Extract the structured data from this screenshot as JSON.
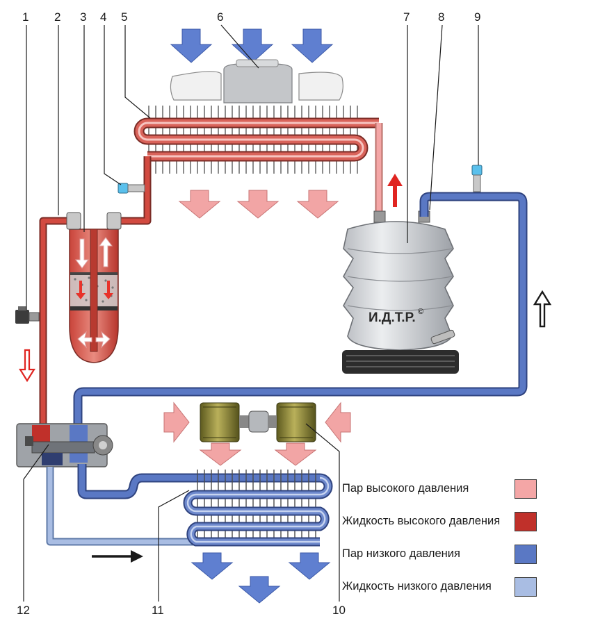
{
  "callouts": [
    "1",
    "2",
    "3",
    "4",
    "5",
    "6",
    "7",
    "8",
    "9",
    "10",
    "11",
    "12"
  ],
  "compressor_mark": "И.Д.Т.Р.",
  "compressor_copyright": "©",
  "legend": [
    {
      "label": "Пар высокого давления",
      "color": "#f4a6a6"
    },
    {
      "label": "Жидкость высокого давления",
      "color": "#c0302a"
    },
    {
      "label": "Пар низкого давления",
      "color": "#5a78c4"
    },
    {
      "label": "Жидкость низкого давления",
      "color": "#a9bde3"
    }
  ],
  "colors": {
    "high_pressure_vapor": "#f4a6a6",
    "high_pressure_liquid": "#c0302a",
    "low_pressure_vapor": "#5a78c4",
    "low_pressure_liquid": "#a9bde3",
    "airflow_in": "#5f7fd0",
    "airflow_out": "#f2a5a5"
  }
}
